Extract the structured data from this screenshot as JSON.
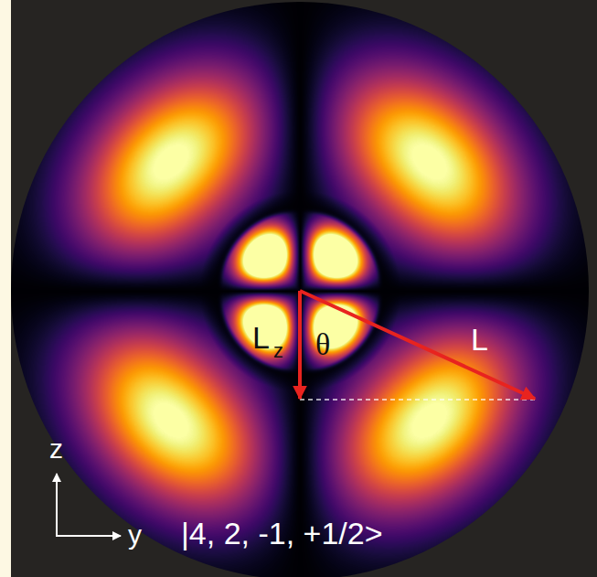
{
  "diagram": {
    "labels": [
      "L",
      "z",
      "θ",
      "L",
      "z",
      "y",
      "|4, 2, -1, +1/2>"
    ]
  }
}
